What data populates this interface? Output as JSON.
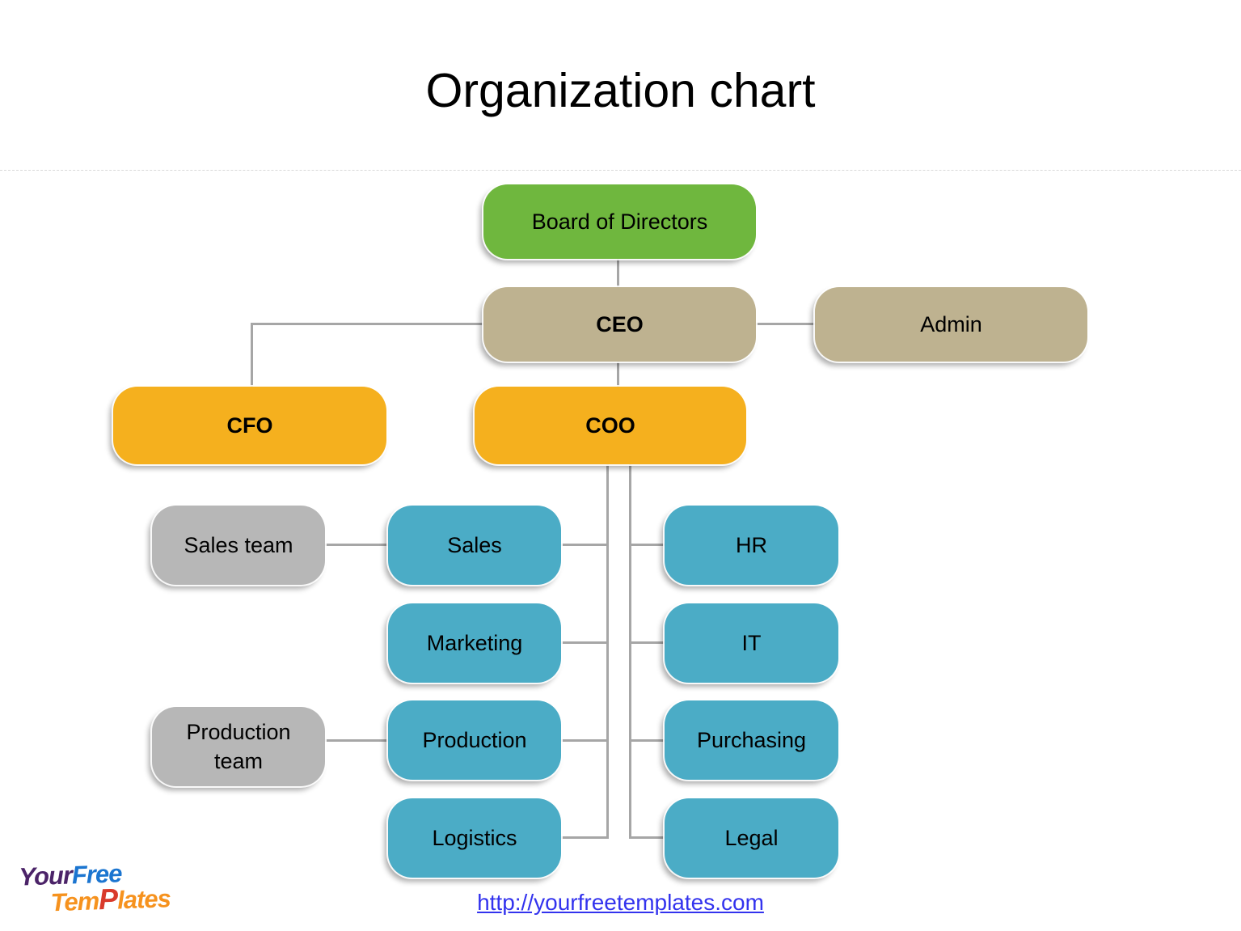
{
  "title": "Organization chart",
  "nodes": {
    "board": {
      "label": "Board of Directors",
      "color": "green"
    },
    "ceo": {
      "label": "CEO",
      "color": "tan",
      "bold": true
    },
    "admin": {
      "label": "Admin",
      "color": "tan",
      "bold": false
    },
    "cfo": {
      "label": "CFO",
      "color": "orange",
      "bold": true
    },
    "coo": {
      "label": "COO",
      "color": "orange",
      "bold": true
    },
    "sales_team": {
      "label": "Sales team",
      "color": "gray"
    },
    "sales": {
      "label": "Sales",
      "color": "teal"
    },
    "hr": {
      "label": "HR",
      "color": "teal"
    },
    "marketing": {
      "label": "Marketing",
      "color": "teal"
    },
    "it": {
      "label": "IT",
      "color": "teal"
    },
    "production_team": {
      "label": "Production team",
      "color": "gray"
    },
    "production": {
      "label": "Production",
      "color": "teal"
    },
    "purchasing": {
      "label": "Purchasing",
      "color": "teal"
    },
    "logistics": {
      "label": "Logistics",
      "color": "teal"
    },
    "legal": {
      "label": "Legal",
      "color": "teal"
    }
  },
  "edges": [
    [
      "board",
      "ceo"
    ],
    [
      "ceo",
      "admin"
    ],
    [
      "ceo",
      "cfo"
    ],
    [
      "ceo",
      "coo"
    ],
    [
      "coo",
      "sales"
    ],
    [
      "coo",
      "marketing"
    ],
    [
      "coo",
      "production"
    ],
    [
      "coo",
      "logistics"
    ],
    [
      "coo",
      "hr"
    ],
    [
      "coo",
      "it"
    ],
    [
      "coo",
      "purchasing"
    ],
    [
      "coo",
      "legal"
    ],
    [
      "sales_team",
      "sales"
    ],
    [
      "production_team",
      "production"
    ]
  ],
  "colors": {
    "green": "#6FB73E",
    "tan": "#BEB290",
    "orange": "#F5B01E",
    "teal": "#4BACC6",
    "gray": "#B7B7B7",
    "connector": "#A6A6A6",
    "link_blue": "#3333EE",
    "logo_purple": "#4B2368",
    "logo_blue": "#1B75D0",
    "logo_orange": "#F6921E",
    "logo_red": "#D93A2B"
  },
  "footer": {
    "link": "http://yourfreetemplates.com",
    "logo_your": "Your",
    "logo_free": "Free",
    "logo_tem": "Tem",
    "logo_p": "P",
    "logo_lates": "lates"
  }
}
